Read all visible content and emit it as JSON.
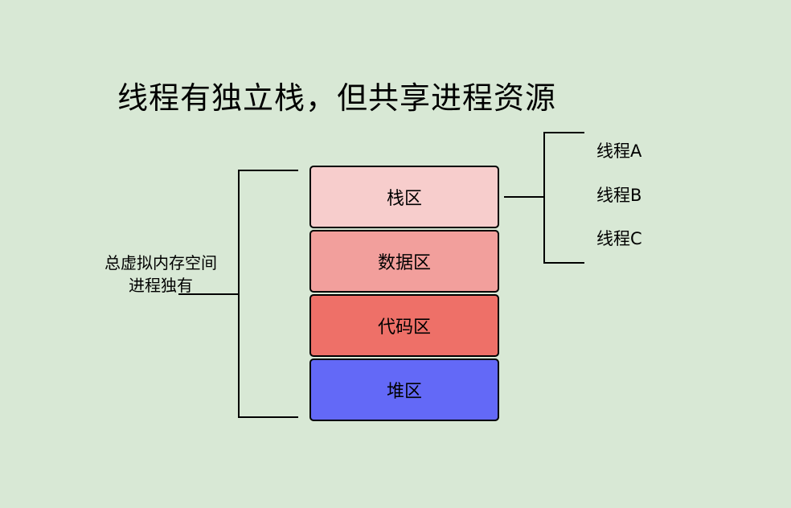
{
  "colors": {
    "background": "#d8e8d5",
    "stack": "#f7cdcc",
    "data": "#f29f9c",
    "code": "#ee7068",
    "heap": "#6369f7"
  },
  "title": "线程有独立栈，但共享进程资源",
  "left_label": {
    "line1": "总虚拟内存空间",
    "line2": "进程独有"
  },
  "blocks": {
    "stack": "栈区",
    "data": "数据区",
    "code": "代码区",
    "heap": "堆区"
  },
  "threads": [
    "线程A",
    "线程B",
    "线程C"
  ]
}
